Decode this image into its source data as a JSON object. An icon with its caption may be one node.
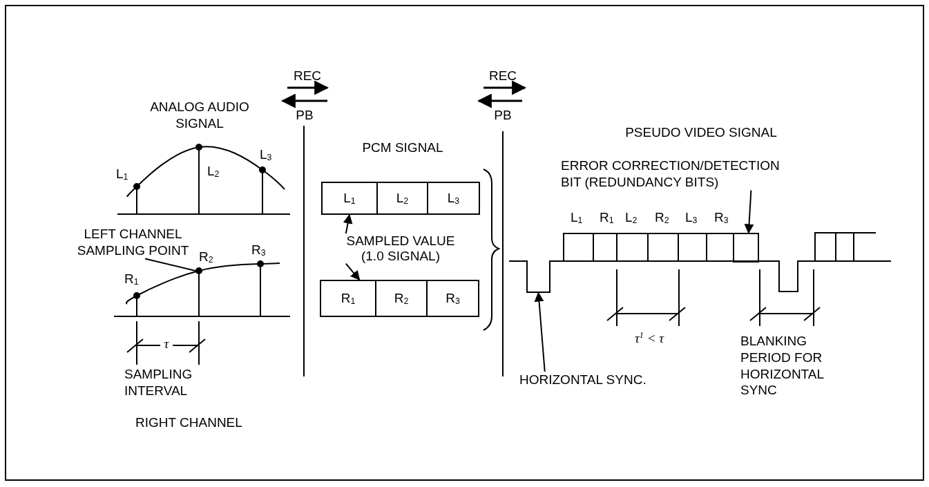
{
  "diagram": {
    "nodes": [
      {
        "text": [
          "LEFT CHANNEL SAMPLING POINT"
        ]
      },
      {
        "text": [],
        "shape": "circle"
      },
      {
        "text": [
          "L$_{1}$"
        ]
      },
      {
        "text": [
          "L$_{2}$"
        ]
      },
      {
        "text": [
          "L$_{3}$"
        ]
      },
      {
        "text": [
          "SAMPLED VALUE (1.0 SIGNAL)"
        ]
      },
      {
        "text": [
          "R$_{1}$"
        ]
      },
      {
        "text": [
          "R$_{2}$"
        ]
      },
      {
        "text": [
          "R$_{3}$"
        ]
      },
      {
        "text": [
          "ERROR CORRECTION/DETECTION BIT (REDUNDANCY BITS)"
        ]
      },
      {
        "text": [
          "HORIZONTAL SYNC."
        ]
      },
      {
        "text": [],
        "shape": "box"
      },
      {
        "text": [],
        "shape": "pulse"
      }
    ],
    "edges": [
      {
        "from": 0,
        "to": 1,
        "arrow": "none"
      },
      {
        "from": 5,
        "to": 2,
        "arrow": "to"
      },
      {
        "from": 5,
        "to": 6,
        "arrow": "to"
      },
      {
        "from": 9,
        "to": 11,
        "arrow": "to"
      },
      {
        "from": 10,
        "to": 12,
        "arrow": "to"
      }
    ],
    "labels": [
      "REC",
      "PB",
      "REC",
      "PB",
      "ANALOG AUDIO SIGNAL",
      "L$_{1}$",
      "L$_{2}$",
      "L$_{3}$",
      "R$_{1}$",
      "R$_{2}$",
      "R$_{3}$",
      "τ",
      "SAMPLING INTERVAL",
      "RIGHT CHANNEL",
      "PCM SIGNAL",
      "PSEUDO VIDEO SIGNAL",
      "L$_{1}$",
      "R$_{1}$",
      "L$_{2}$",
      "R$_{2}$",
      "L$_{3}$",
      "R$_{3}$",
      "τ$^{1}$ < τ",
      "BLANKING PERIOD FOR HORIZONTAL SYNC"
    ]
  }
}
